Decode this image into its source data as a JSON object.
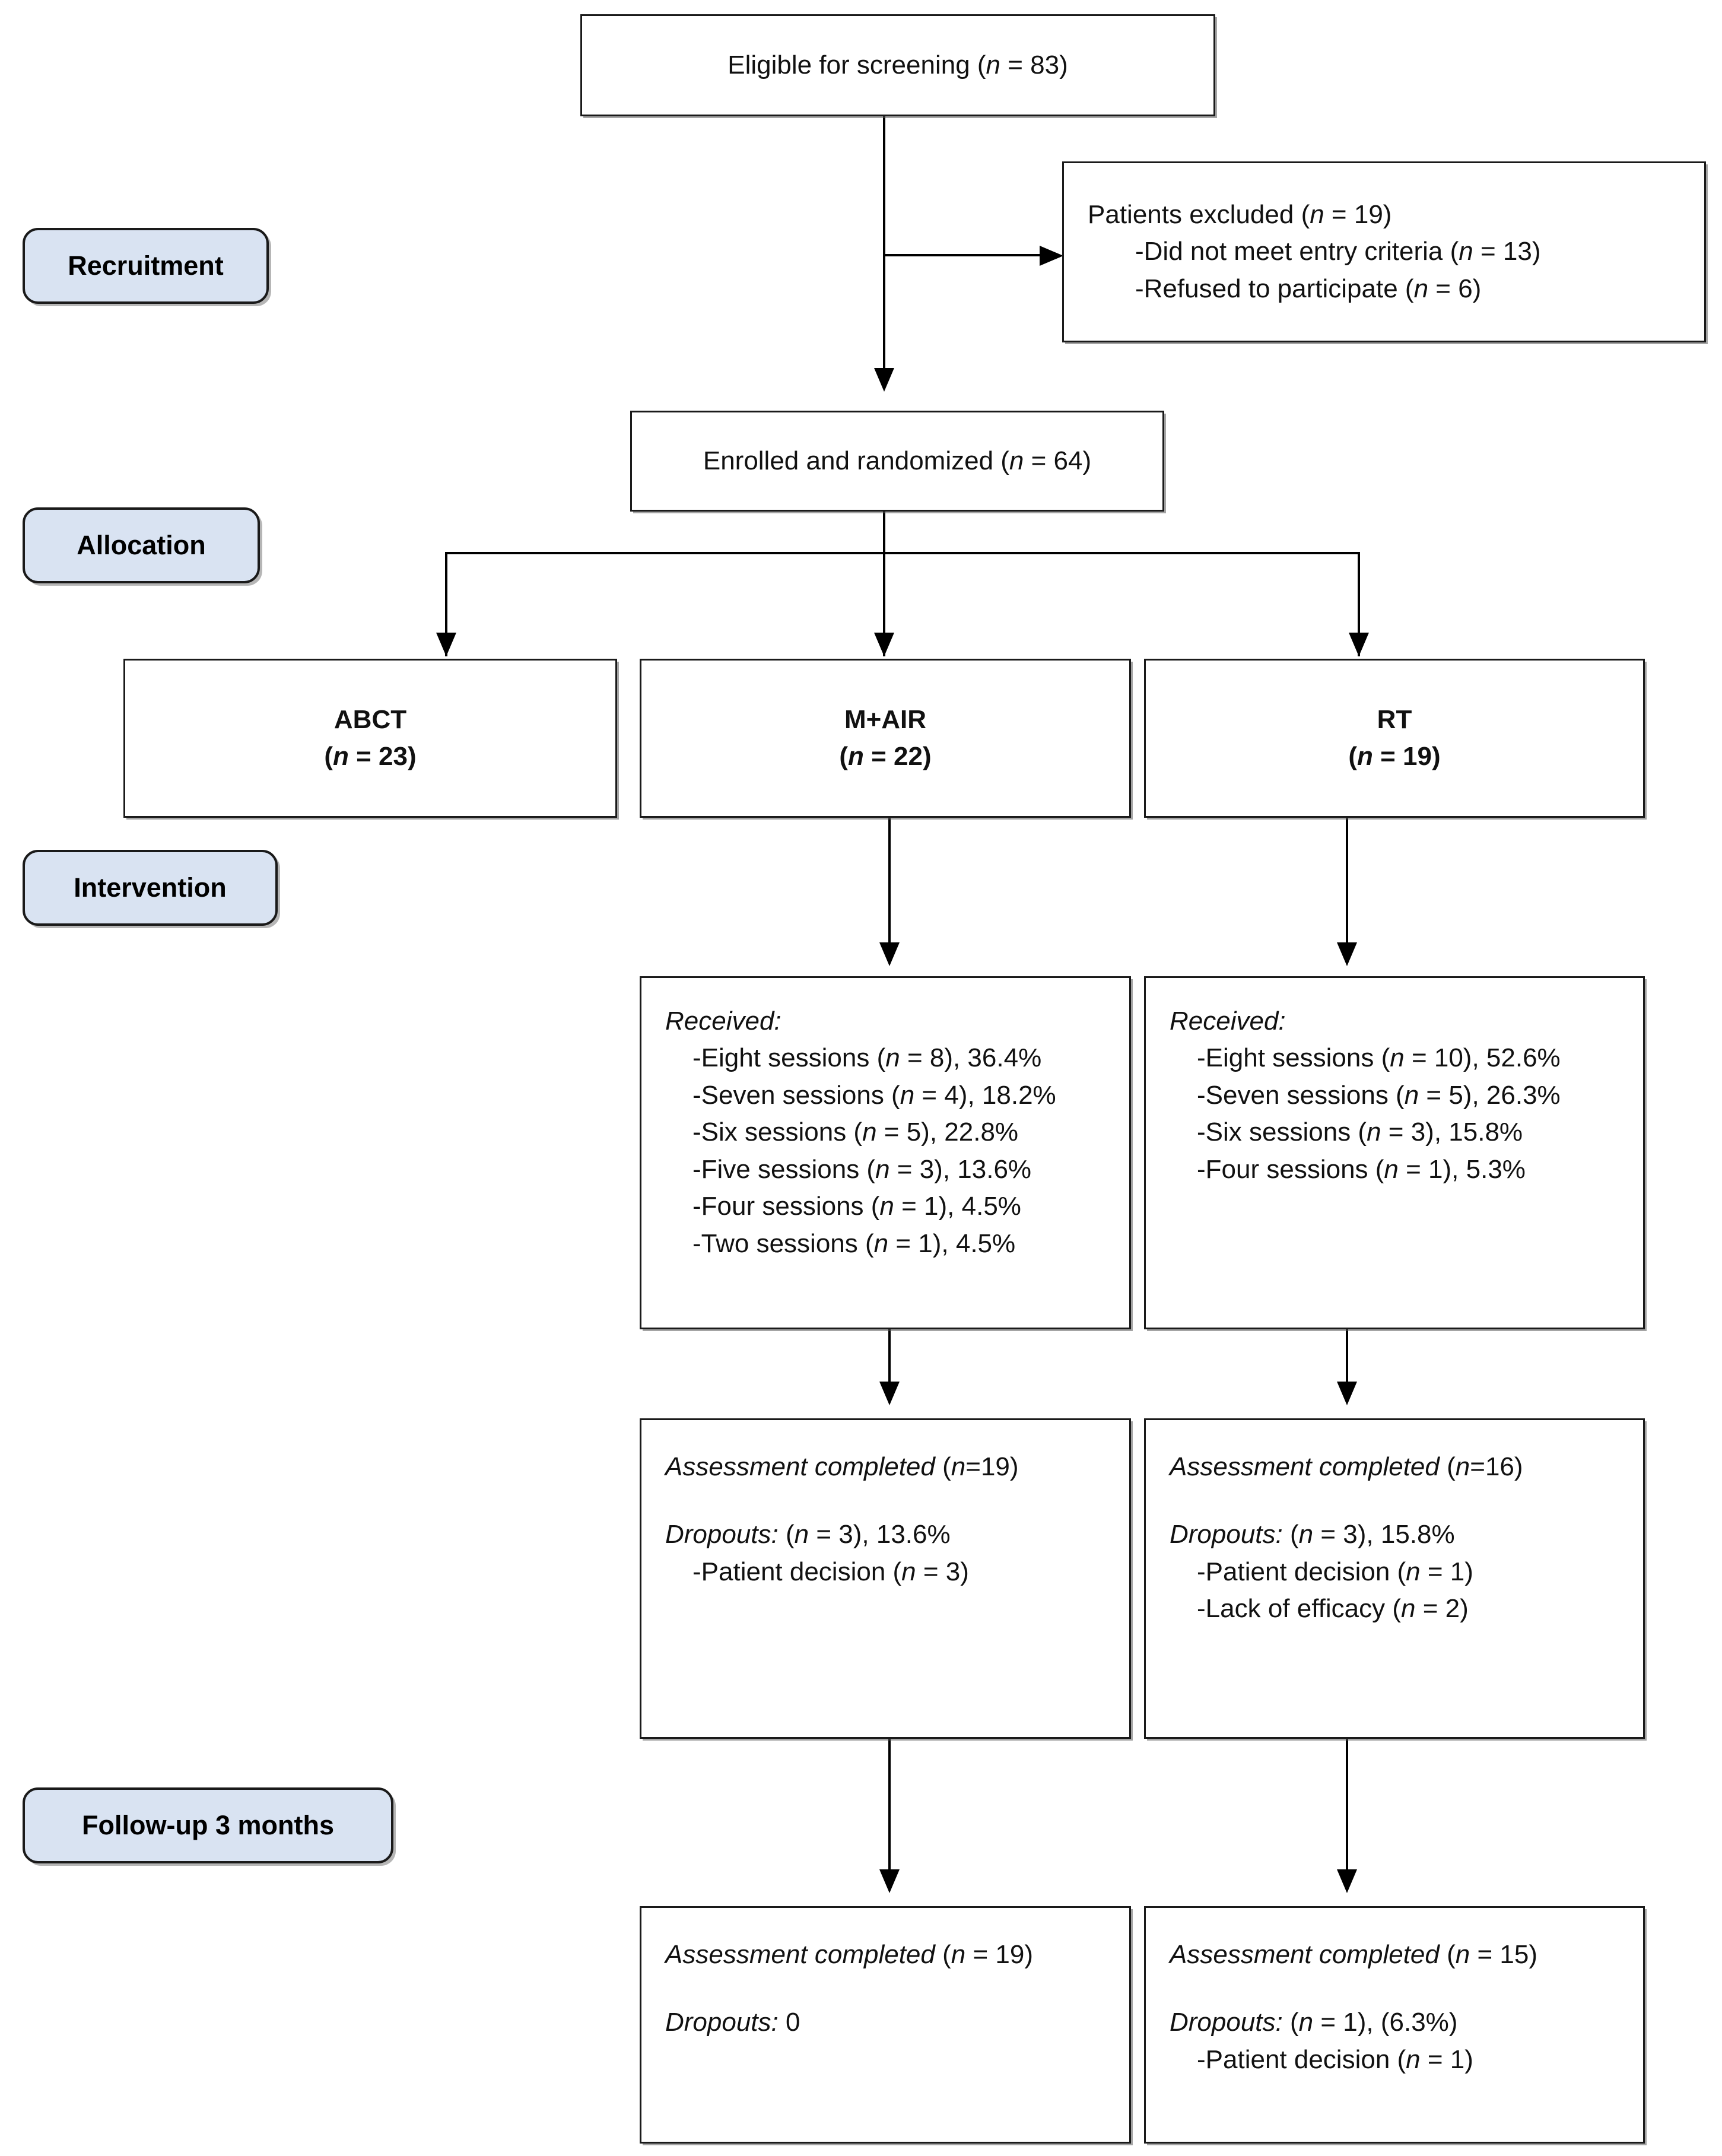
{
  "diagram": {
    "title": "CONSORT participant flow diagram",
    "stage_fill_color": "#d9e3f2",
    "border_color": "#1a1a1a"
  },
  "stages": [
    {
      "id": "recruitment",
      "label": "Recruitment"
    },
    {
      "id": "allocation",
      "label": "Allocation"
    },
    {
      "id": "intervention",
      "label": "Intervention"
    },
    {
      "id": "followup",
      "label": "Follow-up 3 months"
    }
  ],
  "boxes": {
    "eligible": {
      "lines": [
        "Eligible for screening (n = 83)"
      ]
    },
    "excluded": {
      "lines": [
        "Patients excluded (n = 19)",
        "-Did not meet entry criteria (n = 13)",
        "-Refused to participate (n = 6)"
      ]
    },
    "enrolled": {
      "lines": [
        "Enrolled and randomized (n = 64)"
      ]
    },
    "arm_abct": {
      "name": "ABCT",
      "count": "(n = 23)"
    },
    "arm_mair": {
      "name": "M+AIR",
      "count": "(n = 22)"
    },
    "arm_rt": {
      "name": "RT",
      "count": "(n = 19)"
    },
    "received_mair": {
      "heading": "Received:",
      "items": [
        "-Eight sessions (n = 8), 36.4%",
        "-Seven sessions (n = 4), 18.2%",
        "-Six sessions (n = 5), 22.8%",
        "-Five sessions (n = 3), 13.6%",
        "-Four sessions (n = 1), 4.5%",
        "-Two sessions (n = 1), 4.5%"
      ]
    },
    "received_rt": {
      "heading": "Received:",
      "items": [
        "-Eight sessions (n = 10), 52.6%",
        "-Seven sessions (n = 5), 26.3%",
        "-Six sessions (n = 3), 15.8%",
        "-Four sessions (n = 1), 5.3%"
      ]
    },
    "post_mair": {
      "assessment_label": "Assessment completed",
      "assessment_count": " (n=19)",
      "dropouts_label": "Dropouts:",
      "dropouts_count": " (n = 3), 13.6%",
      "reasons": [
        "-Patient decision (n = 3)"
      ]
    },
    "post_rt": {
      "assessment_label": "Assessment completed",
      "assessment_count": " (n=16)",
      "dropouts_label": "Dropouts:",
      "dropouts_count": " (n = 3), 15.8%",
      "reasons": [
        "-Patient decision (n = 1)",
        "-Lack of efficacy (n = 2)"
      ]
    },
    "followup_mair": {
      "assessment_label": "Assessment completed",
      "assessment_count": " (n = 19)",
      "dropouts_label": "Dropouts:",
      "dropouts_count": " 0",
      "reasons": []
    },
    "followup_rt": {
      "assessment_label": "Assessment completed",
      "assessment_count": " (n = 15)",
      "dropouts_label": "Dropouts:",
      "dropouts_count": " (n = 1), (6.3%)",
      "reasons": [
        "-Patient decision (n = 1)"
      ]
    }
  }
}
